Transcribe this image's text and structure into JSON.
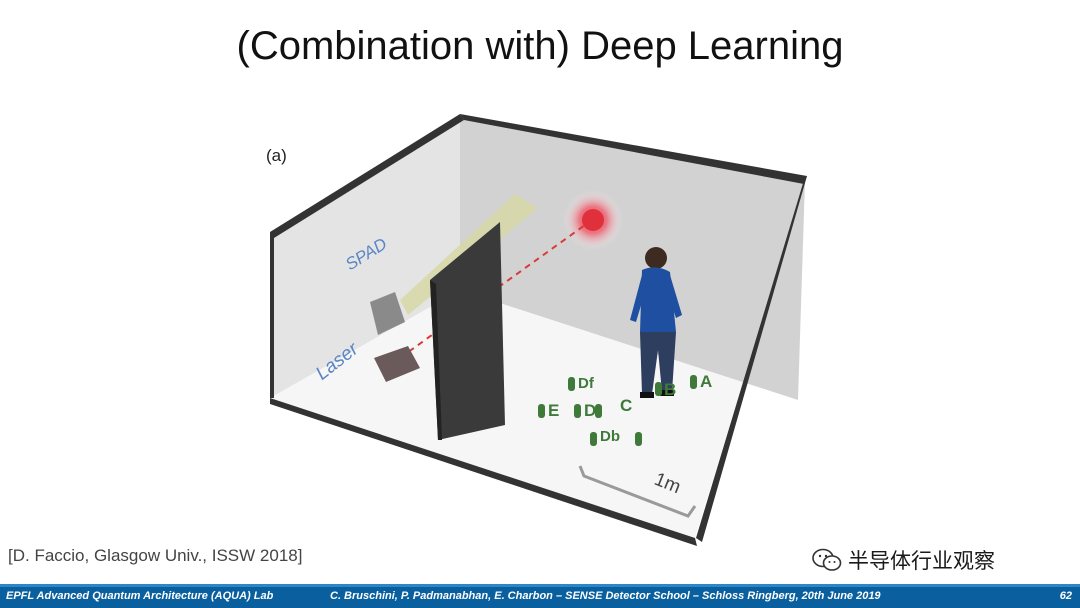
{
  "slide": {
    "title": "(Combination with) Deep Learning",
    "citation": "[D. Faccio, Glasgow Univ., ISSW 2018]"
  },
  "figure": {
    "panel_label": "(a)",
    "labels": {
      "spad": "SPAD",
      "laser": "Laser",
      "scale": "1m"
    },
    "positions": [
      "Df",
      "E",
      "D",
      "C",
      "B",
      "A",
      "Db"
    ]
  },
  "watermark": {
    "text": "半导体行业观察"
  },
  "footer": {
    "left": "EPFL Advanced Quantum Architecture (AQUA) Lab",
    "center": "C. Bruschini, P. Padmanabhan, E. Charbon – SENSE Detector School – Schloss Ringberg, 20th June 2019",
    "page": "62"
  },
  "colors": {
    "footer_bg": "#0a5f9e",
    "floor_marker": "#3f7a3a",
    "laser_spot": "#e0303c"
  }
}
